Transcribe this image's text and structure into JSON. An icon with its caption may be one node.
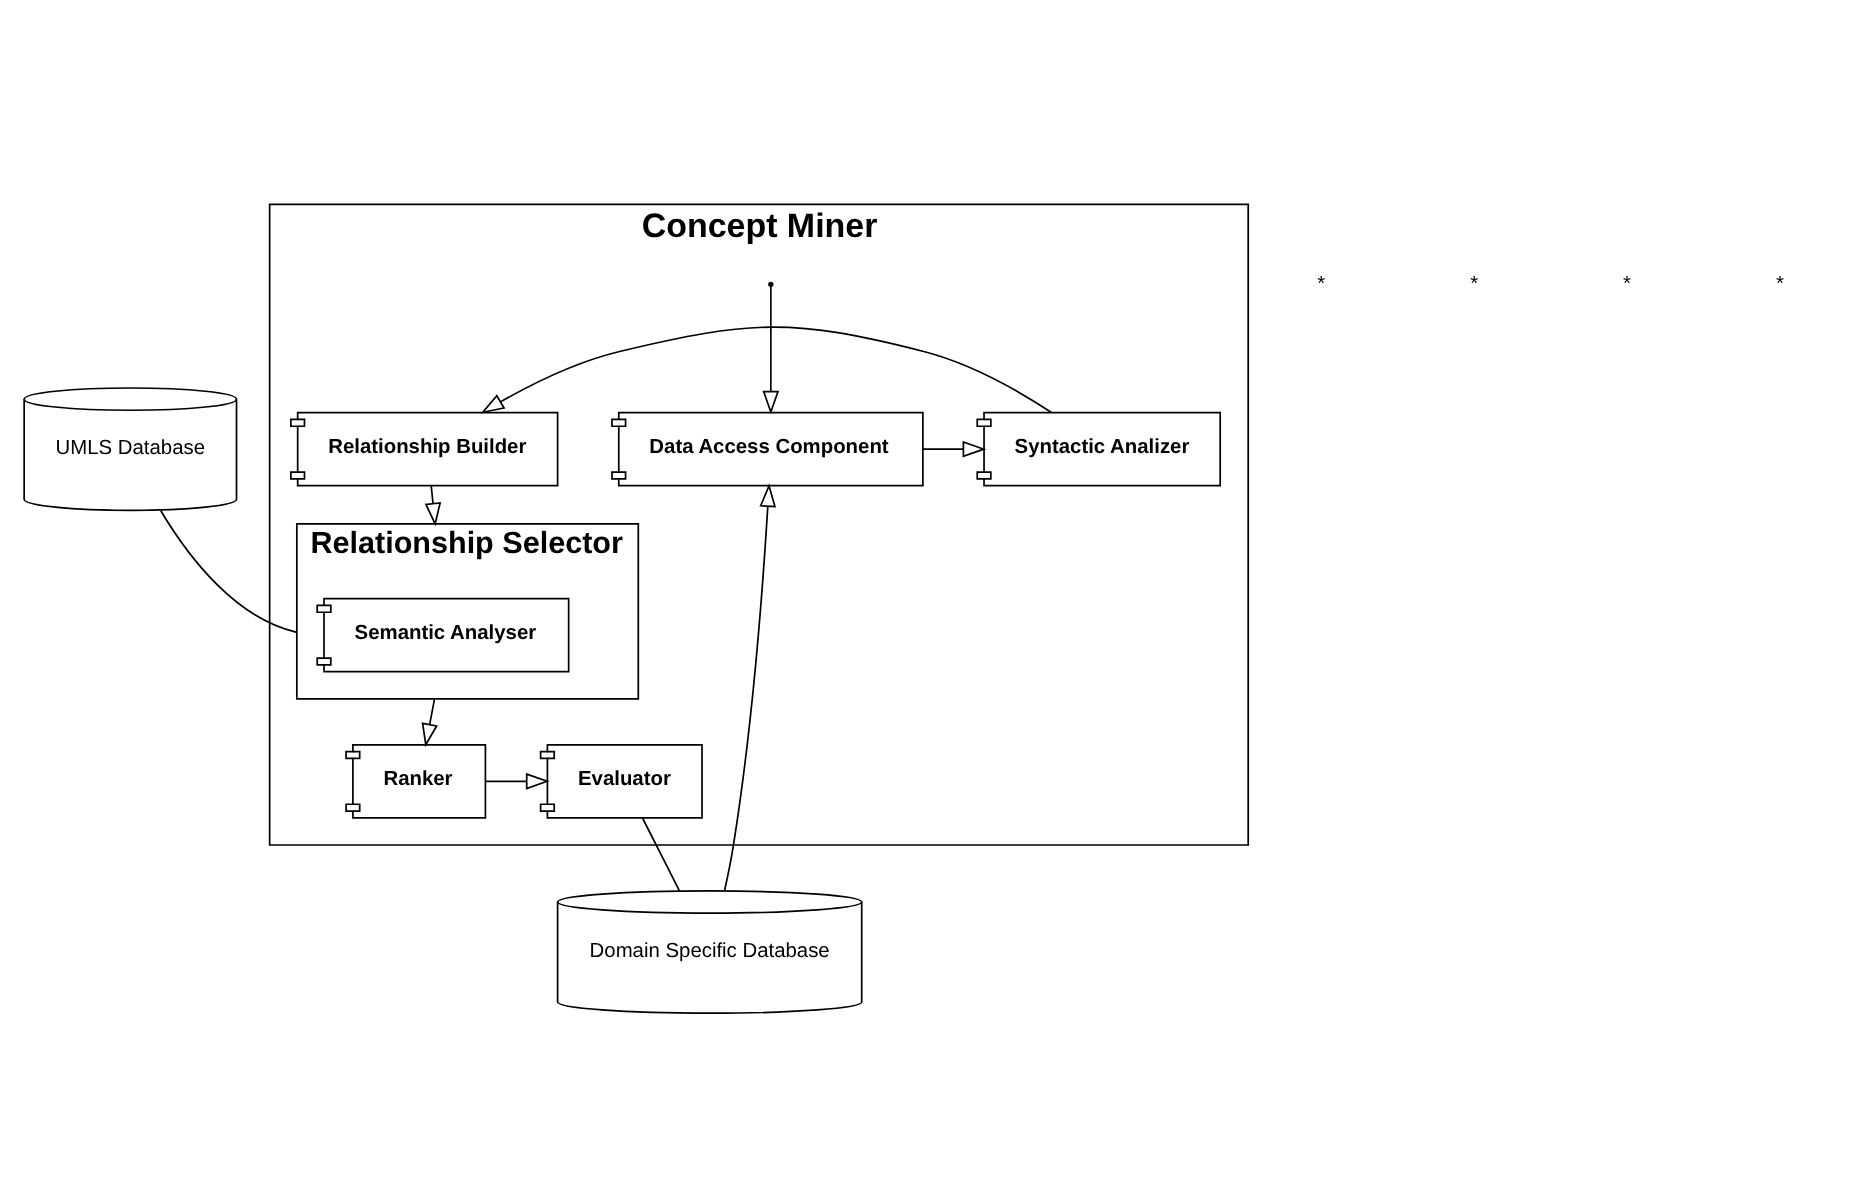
{
  "diagram": {
    "nodes": [
      {
        "text": [
          "UMLS Database"
        ]
      },
      {
        "text": [
          "Domain Specific Database"
        ]
      },
      {
        "text": [
          "Concept Miner"
        ]
      },
      {
        "text": [
          "Data Access Component"
        ],
        "in": 2
      },
      {
        "text": [
          "Syntactic Analizer"
        ],
        "in": 2
      },
      {
        "text": [
          "Relationship Builder"
        ],
        "in": 2
      },
      {
        "text": [
          "Relationship Selector"
        ],
        "in": 2
      },
      {
        "text": [
          "Semantic Analyser"
        ],
        "in": 6
      },
      {
        "text": [
          "Ranker"
        ],
        "in": 2
      },
      {
        "text": [
          "Evaluator"
        ],
        "in": 2
      }
    ],
    "edges": [
      {
        "from": 0,
        "to": 6,
        "arrow": "none"
      },
      {
        "from": 1,
        "to": 3,
        "arrow": "to"
      },
      {
        "from": 2,
        "to": 3,
        "arrow": "to"
      },
      {
        "from": 3,
        "to": 4,
        "arrow": "to"
      },
      {
        "from": 4,
        "to": 5,
        "arrow": "to"
      },
      {
        "from": 5,
        "to": 6,
        "arrow": "to"
      },
      {
        "from": 6,
        "to": 8,
        "arrow": "to"
      },
      {
        "from": 8,
        "to": 9,
        "arrow": "to"
      },
      {
        "from": 9,
        "to": 1,
        "arrow": "none"
      }
    ],
    "labels": [
      "*",
      "*",
      "*",
      "*"
    ]
  }
}
